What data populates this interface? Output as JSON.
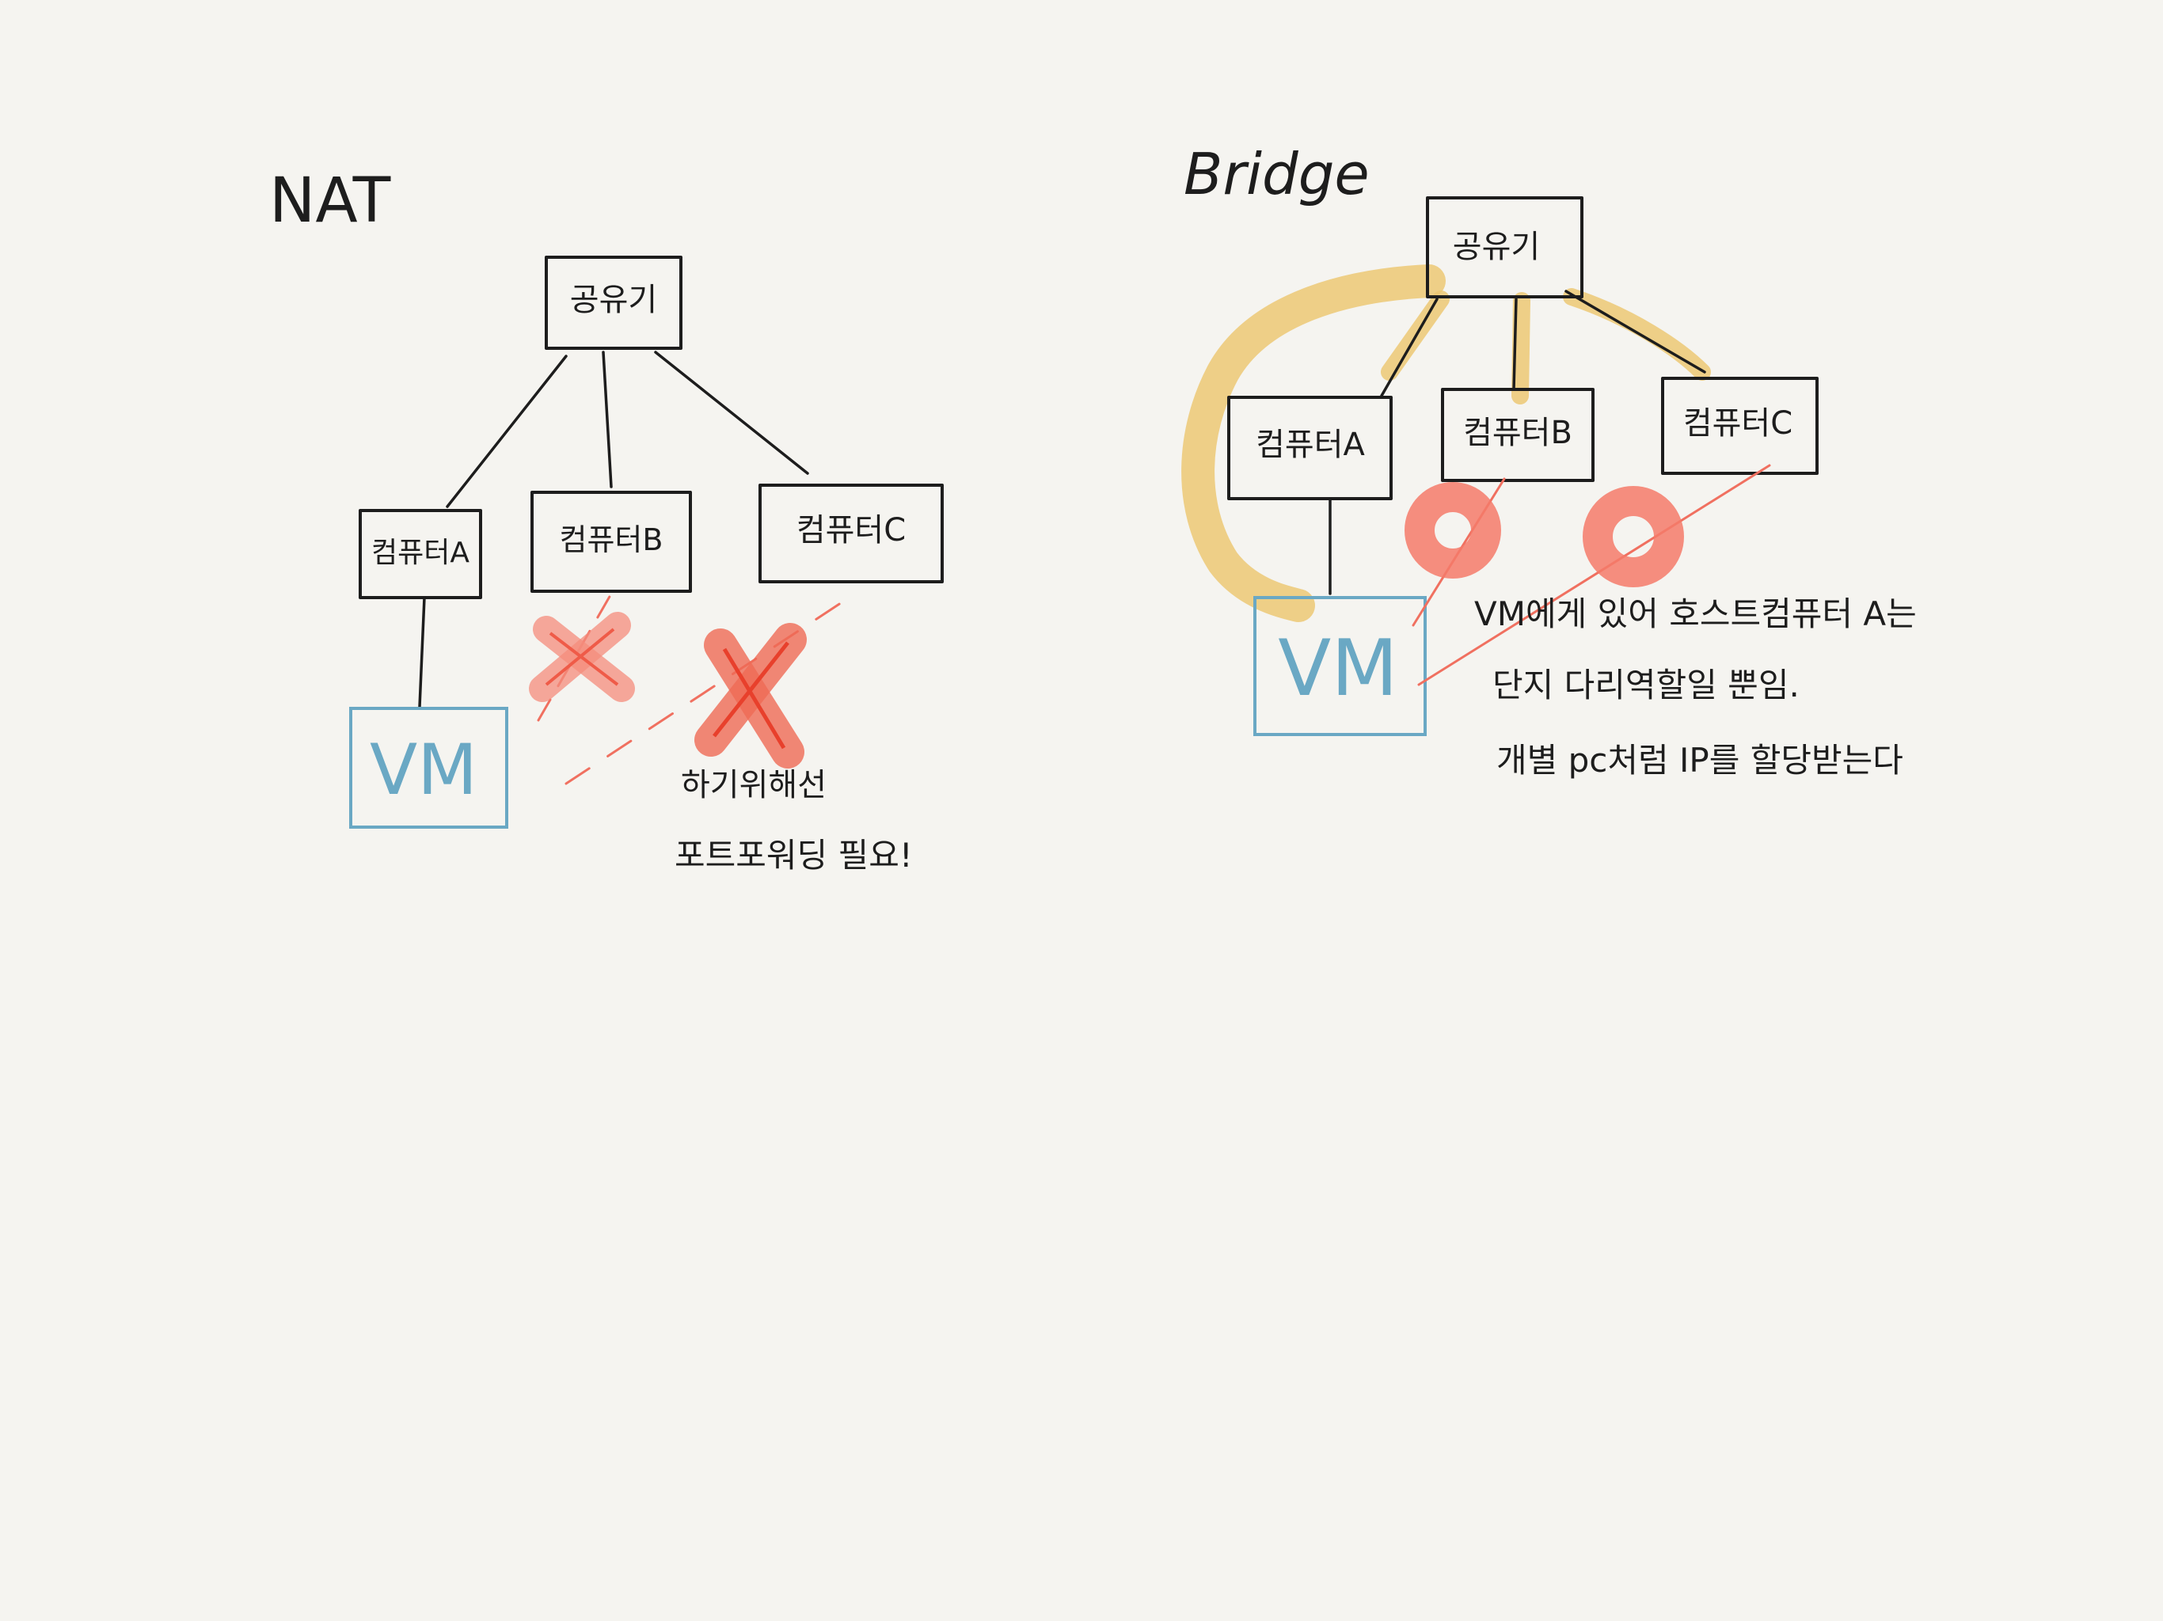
{
  "colors": {
    "ink": "#1d1d1d",
    "vm_blue": "#6aa8c4",
    "red_mark": "#f07060",
    "yellow_highlight": "#ecc874",
    "paper": "#f5f4f0"
  },
  "nat": {
    "title": "NAT",
    "router": "공유기",
    "computer_a": "컴퓨터A",
    "computer_b": "컴퓨터B",
    "computer_c": "컴퓨터C",
    "vm": "VM",
    "note_line1": "하기위해선",
    "note_line2": "포트포워딩 필요!",
    "marks": [
      "x-mark",
      "x-mark"
    ]
  },
  "bridge": {
    "title": "Bridge",
    "router": "공유기",
    "computer_a": "컴퓨터A",
    "computer_b": "컴퓨터B",
    "computer_c": "컴퓨터C",
    "vm": "VM",
    "note_line1": "VM에게 있어 호스트컴퓨터 A는",
    "note_line2": "단지 다리역할일 뿐임.",
    "note_line3": "개별 pc처럼 IP를 할당받는다",
    "marks": [
      "o-mark",
      "o-mark"
    ]
  }
}
